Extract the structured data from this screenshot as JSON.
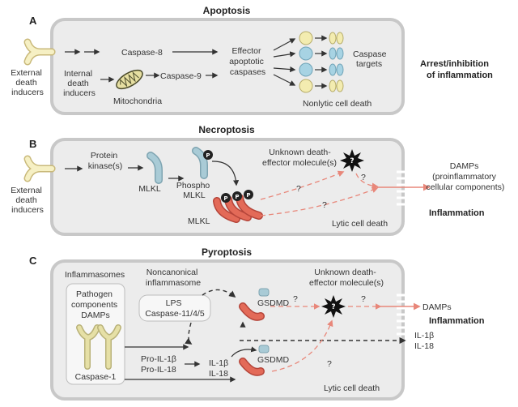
{
  "panelA": {
    "letter": "A",
    "title": "Apoptosis",
    "external_inducers": [
      "External",
      "death",
      "inducers"
    ],
    "internal_inducers": [
      "Internal",
      "death",
      "inducers"
    ],
    "caspase8": "Caspase-8",
    "caspase9": "Caspase-9",
    "mitochondria": "Mitochondria",
    "effector": [
      "Effector",
      "apoptotic",
      "caspases"
    ],
    "targets": [
      "Caspase",
      "targets"
    ],
    "nonlytic": "Nonlytic cell death",
    "outcome": [
      "Arrest/inhibition",
      "of inflammation"
    ]
  },
  "panelB": {
    "letter": "B",
    "title": "Necroptosis",
    "external_inducers": [
      "External",
      "death",
      "inducers"
    ],
    "protein_kinase": [
      "Protein",
      "kinase(s)"
    ],
    "mlkl": "MLKL",
    "phospho_mlkl": [
      "Phospho",
      "MLKL"
    ],
    "mlkl_oligomer": "MLKL",
    "unknown": [
      "Unknown death-",
      "effector molecule(s)"
    ],
    "question": "?",
    "lytic": "Lytic cell death",
    "damps": [
      "DAMPs",
      "(proinflammatory",
      "cellular components)"
    ],
    "outcome": "Inflammation",
    "p": "P"
  },
  "panelC": {
    "letter": "C",
    "title": "Pyroptosis",
    "inflammasomes": "Inflammasomes",
    "noncanonical": [
      "Noncanonical",
      "inflammasome"
    ],
    "pathogen": [
      "Pathogen",
      "components",
      "DAMPs"
    ],
    "caspase1": "Caspase-1",
    "lps": [
      "LPS",
      "Caspase-11/4/5"
    ],
    "pro_il": [
      "Pro-IL-1β",
      "Pro-IL-18"
    ],
    "il": [
      "IL-1β",
      "IL-18"
    ],
    "gsdmd": "GSDMD",
    "unknown": [
      "Unknown death-",
      "effector molecule(s)"
    ],
    "question": "?",
    "damps": "DAMPs",
    "outcome": "Inflammation",
    "il_out": [
      "IL-1β",
      "IL-18"
    ],
    "lytic": "Lytic cell death"
  },
  "colors": {
    "frame": "#c8c8c8",
    "panel_fill": "#ececec",
    "mlkl_blue": "#9fc3cf",
    "mlkl_red": "#e36a58",
    "yellow": "#f3ecb0",
    "blue": "#a7d3e3",
    "dashed_pink": "#e8877a"
  }
}
